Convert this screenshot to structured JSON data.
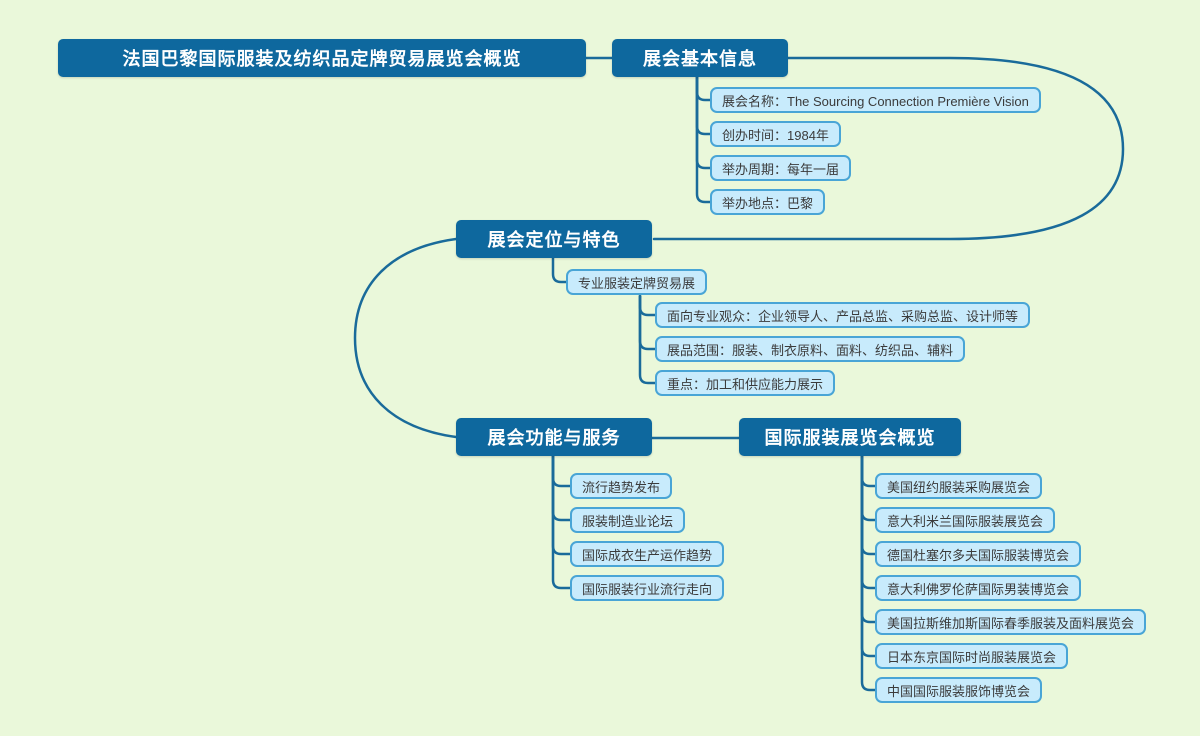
{
  "palette": {
    "background": "#eaf8da",
    "main_node_fill": "#0e689e",
    "main_node_text": "#ffffff",
    "child_node_fill": "#c8ebfc",
    "child_node_border": "#49a5d6",
    "child_node_text": "#3b3b3b",
    "connector": "#1a6b9a"
  },
  "mindmap": {
    "root": {
      "label": "法国巴黎国际服装及纺织品定牌贸易展览会概览"
    },
    "topics": [
      {
        "label": "展会基本信息",
        "children": [
          {
            "label": "展会名称：The Sourcing Connection Première Vision"
          },
          {
            "label": "创办时间：1984年"
          },
          {
            "label": "举办周期：每年一届"
          },
          {
            "label": "举办地点：巴黎"
          }
        ]
      },
      {
        "label": "展会定位与特色",
        "children": [
          {
            "label": "专业服装定牌贸易展",
            "children": [
              {
                "label": "面向专业观众：企业领导人、产品总监、采购总监、设计师等"
              },
              {
                "label": "展品范围：服装、制衣原料、面料、纺织品、辅料"
              },
              {
                "label": "重点：加工和供应能力展示"
              }
            ]
          }
        ]
      },
      {
        "label": "展会功能与服务",
        "children": [
          {
            "label": "流行趋势发布"
          },
          {
            "label": "服装制造业论坛"
          },
          {
            "label": "国际成衣生产运作趋势"
          },
          {
            "label": "国际服装行业流行走向"
          }
        ]
      },
      {
        "label": "国际服装展览会概览",
        "children": [
          {
            "label": "美国纽约服装采购展览会"
          },
          {
            "label": "意大利米兰国际服装展览会"
          },
          {
            "label": "德国杜塞尔多夫国际服装博览会"
          },
          {
            "label": "意大利佛罗伦萨国际男装博览会"
          },
          {
            "label": "美国拉斯维加斯国际春季服装及面料展览会"
          },
          {
            "label": "日本东京国际时尚服装展览会"
          },
          {
            "label": "中国国际服装服饰博览会"
          }
        ]
      }
    ]
  }
}
